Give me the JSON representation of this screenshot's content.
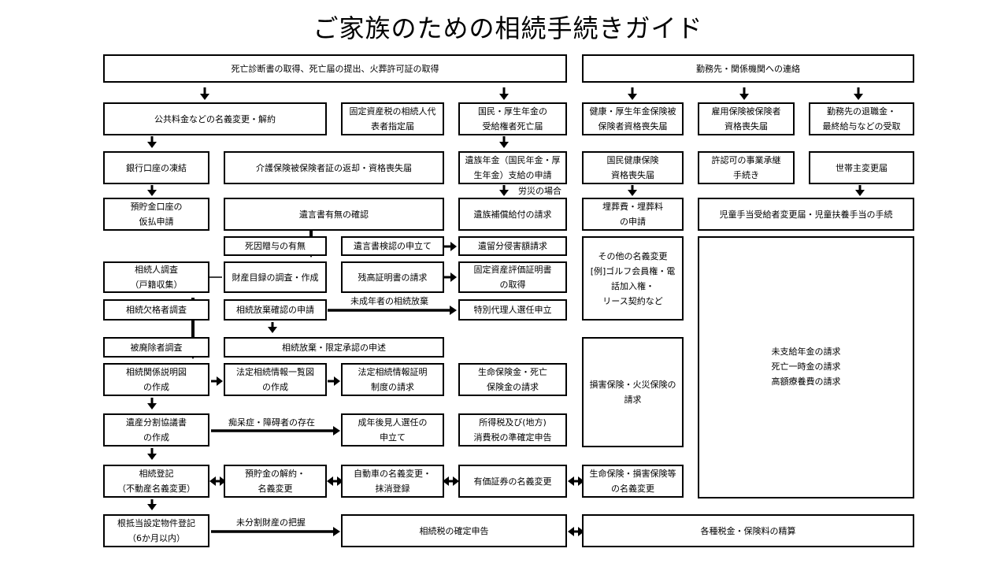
{
  "title": "ご家族のための相続手続きガイド",
  "boxes": {
    "death_cert": "死亡診断書の取得、死亡届の提出、火葬許可証の取得",
    "employer_contact": "勤務先・関係機関への連絡",
    "utility_change": "公共料金などの名義変更・解約",
    "fixed_asset_rep": "固定資産税の相続人代\n表者指定届",
    "pension_death": "国民・厚生年金の\n受給権者死亡届",
    "health_ins_loss": "健康・厚生年金保険被\n保険者資格喪失届",
    "employment_ins_loss": "雇用保険被保険者\n資格喪失届",
    "retirement_pay": "勤務先の退職金・\n最終給与などの受取",
    "bank_freeze": "銀行口座の凍結",
    "care_ins_return": "介護保険被保険者証の返却・資格喪失届",
    "survivor_pension": "遺族年金（国民年金・厚\n生年金）支給の申請",
    "nhi_loss": "国民健康保険\n資格喪失届",
    "business_succession": "許認可の事業承継\n手続き",
    "householder_change": "世帯主変更届",
    "provisional_withdrawal": "預貯金口座の\n仮払申請",
    "will_check": "遺言書有無の確認",
    "survivor_comp": "遺族補償給付の請求",
    "funeral_cost": "埋葬費・埋葬料\nの申請",
    "child_allowance": "児童手当受給者変更届・児童扶養手当の手続",
    "gift_check": "死因贈与の有無",
    "will_probate": "遺言書検認の申立て",
    "reserved_portion": "遺留分侵害額請求",
    "other_name_change": "その他の名義変更\n[例]ゴルフ会員権・電\n話加入権・\nリース契約など",
    "heir_survey": "相続人調査\n（戸籍収集）",
    "asset_list_survey": "財産目録の調査・作成",
    "balance_cert": "残高証明書の請求",
    "fixed_asset_cert": "固定資産評価証明書\nの取得",
    "disqualified_survey": "相続欠格者調査",
    "renunciation_check": "相続放棄確認の申請",
    "special_agent": "特別代理人選任申立",
    "disinherited_survey": "被廃除者調査",
    "renunciation_limited": "相続放棄・限定承認の申述",
    "property_ins_claim": "損害保険・火災保険の\n請求",
    "pension_claims": "未支給年金の請求\n死亡一時金の請求\n高額療養費の請求",
    "relationship_chart": "相続関係説明図\nの作成",
    "legal_heir_map": "法定相続情報一覧図\nの作成",
    "legal_heir_cert": "法定相続情報証明\n制度の請求",
    "life_ins_claim": "生命保険金・死亡\n保険金の請求",
    "partition_agreement": "遺産分割協議書\nの作成",
    "guardian": "成年後見人選任の\n申立て",
    "income_tax": "所得税及び(地方)\n消費税の準確定申告",
    "inheritance_registration": "相続登記\n（不動産名義変更）",
    "deposit_cancel": "預貯金の解約・\n名義変更",
    "car_change": "自動車の名義変更・\n抹消登録",
    "securities_change": "有価証券の名義変更",
    "life_ins_change": "生命保険・損害保険等\nの名義変更",
    "mortgage_cancel": "根抵当設定物件登記\n（6か月以内）",
    "inheritance_tax": "相続税の確定申告",
    "tax_settlement": "各種税金・保険料の精算"
  },
  "notes": {
    "labor_accident": "労災の場合",
    "minor_renunciation": "未成年者の相続放棄",
    "dementia": "痴呆症・障碍者の存在",
    "unpartitioned": "未分割財産の把握"
  }
}
